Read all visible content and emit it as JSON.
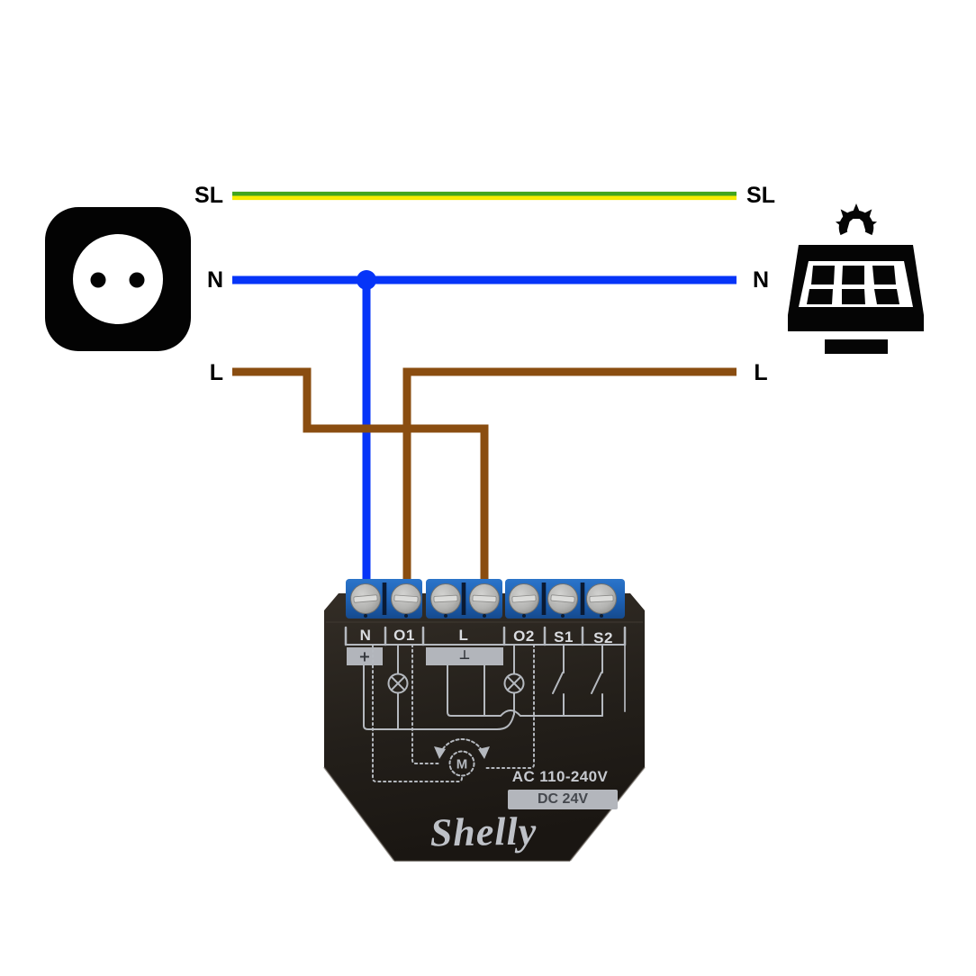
{
  "diagram": {
    "wire_labels_left": {
      "sl": "SL",
      "n": "N",
      "l": "L"
    },
    "wire_labels_right": {
      "sl": "SL",
      "n": "N",
      "l": "L"
    },
    "wire_colors": {
      "sl_green": "#42a51e",
      "sl_yellow": "#f6ec00",
      "neutral_blue": "#0634f8",
      "live_brown": "#8a4d10"
    }
  },
  "device": {
    "terminals": [
      "N",
      "O1",
      "L",
      "O2",
      "S1",
      "S2"
    ],
    "plus_symbol": "+",
    "common_symbol": "⊥",
    "motor_label": "M",
    "ac_rating": "AC 110-240V",
    "dc_rating": "DC 24V",
    "brand": "Shelly",
    "colors": {
      "terminal_block": "#1d60b2",
      "body": "#241f1a",
      "print": "#b5b9bf"
    }
  },
  "icons": {
    "left": "power-outlet",
    "right": "solar-panel"
  }
}
